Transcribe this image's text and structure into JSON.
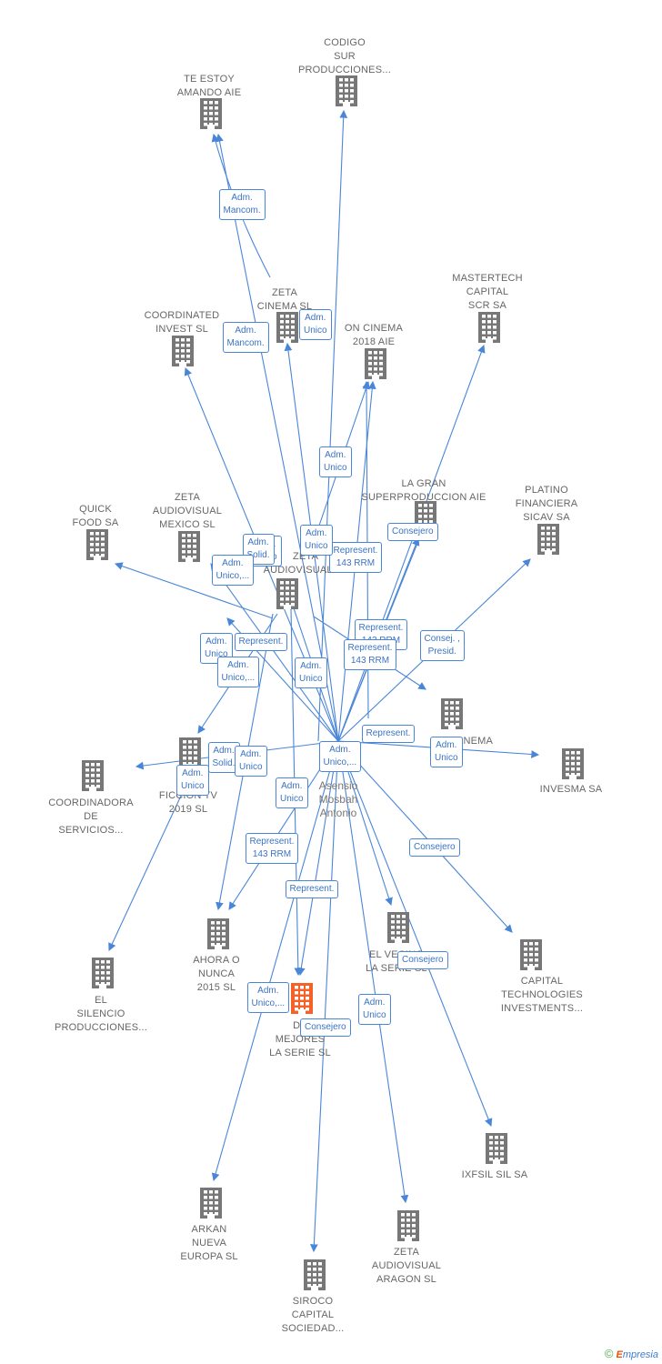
{
  "center": {
    "name": "Asensio Mosbah Antonio"
  },
  "companies": [
    {
      "id": "te_estoy",
      "label": "TE ESTOY\nAMANDO AIE"
    },
    {
      "id": "codigo",
      "label": "CODIGO\nSUR\nPRODUCCIONES..."
    },
    {
      "id": "zeta_cinema",
      "label": "ZETA\nCINEMA SL"
    },
    {
      "id": "coordinated",
      "label": "COORDINATED\nINVEST  SL"
    },
    {
      "id": "on_cinema",
      "label": "ON CINEMA\n2018  AIE"
    },
    {
      "id": "mastertech",
      "label": "MASTERTECH\nCAPITAL\nSCR SA"
    },
    {
      "id": "la_gran",
      "label": "LA GRAN\nSUPERPRODUCCION AIE"
    },
    {
      "id": "platino",
      "label": "PLATINO\nFINANCIERA\nSICAV SA"
    },
    {
      "id": "quick",
      "label": "QUICK\nFOOD SA"
    },
    {
      "id": "zeta_mexico",
      "label": "ZETA\nAUDIOVISUAL\nMEXICO  SL"
    },
    {
      "id": "zeta_audiovisual",
      "label": "ZETA\nAUDIOVISUAL SL"
    },
    {
      "id": "on_cinema2",
      "label": "ON CINEMA"
    },
    {
      "id": "invesma",
      "label": "INVESMA SA"
    },
    {
      "id": "coordinadora",
      "label": "COORDINADORA\nDE\nSERVICIOS..."
    },
    {
      "id": "ficcion",
      "label": "FICCION TV\n2019  SL"
    },
    {
      "id": "ahora",
      "label": "AHORA O\nNUNCA\n2015  SL"
    },
    {
      "id": "el_vecino",
      "label": "EL VECINO\nLA SERIE  SL"
    },
    {
      "id": "capital_tech",
      "label": "CAPITAL\nTECHNOLOGIES\nINVESTMENTS..."
    },
    {
      "id": "el_silencio",
      "label": "EL\nSILENCIO\nPRODUCCIONES..."
    },
    {
      "id": "mejores",
      "label": "DE\nMEJORES\nLA SERIE  SL"
    },
    {
      "id": "ixfsil",
      "label": "IXFSIL SIL SA"
    },
    {
      "id": "arkan",
      "label": "ARKAN\nNUEVA\nEUROPA  SL"
    },
    {
      "id": "zeta_aragon",
      "label": "ZETA\nAUDIOVISUAL\nARAGON SL"
    },
    {
      "id": "siroco",
      "label": "SIROCO\nCAPITAL\nSOCIEDAD..."
    }
  ],
  "relations": [
    {
      "label": "Adm.\nMancom."
    },
    {
      "label": "Adm.\nMancom."
    },
    {
      "label": "Adm.\nUnico"
    },
    {
      "label": "Adm.\nUnico"
    },
    {
      "label": "Consejero"
    },
    {
      "label": "Adm.\nUnico"
    },
    {
      "label": "Represent.\n143 RRM"
    },
    {
      "label": "Adm.\nSolid."
    },
    {
      "label": "Adm.\nUnico,..."
    },
    {
      "label": "Adm.\nUnico"
    },
    {
      "label": "Represent."
    },
    {
      "label": "Represent.\n143 RRM"
    },
    {
      "label": "Consej. ,\nPresid."
    },
    {
      "label": "Adm.\nUnico"
    },
    {
      "label": "Adm.\nUnico,..."
    },
    {
      "label": "Adm.\nUnico"
    },
    {
      "label": "Represent.\n143 RRM"
    },
    {
      "label": "Represent."
    },
    {
      "label": "Adm.\nSolid."
    },
    {
      "label": "Adm.\nUnico"
    },
    {
      "label": "Adm.\nUnico,..."
    },
    {
      "label": "Adm.\nUnico"
    },
    {
      "label": "Adm.\nUnico"
    },
    {
      "label": "Adm.\nUnico"
    },
    {
      "label": "Consejero"
    },
    {
      "label": "Represent.\n143 RRM"
    },
    {
      "label": "Represent."
    },
    {
      "label": "Consejero"
    },
    {
      "label": "Adm.\nUnico,..."
    },
    {
      "label": "Consejero"
    },
    {
      "label": "Adm.\nUnico"
    }
  ],
  "colors": {
    "edge": "#4a86d8",
    "node": "#777777",
    "highlight": "#f4622a"
  },
  "footer": {
    "copyright": "©",
    "brand_first": "E",
    "brand_rest": "mpresia"
  }
}
